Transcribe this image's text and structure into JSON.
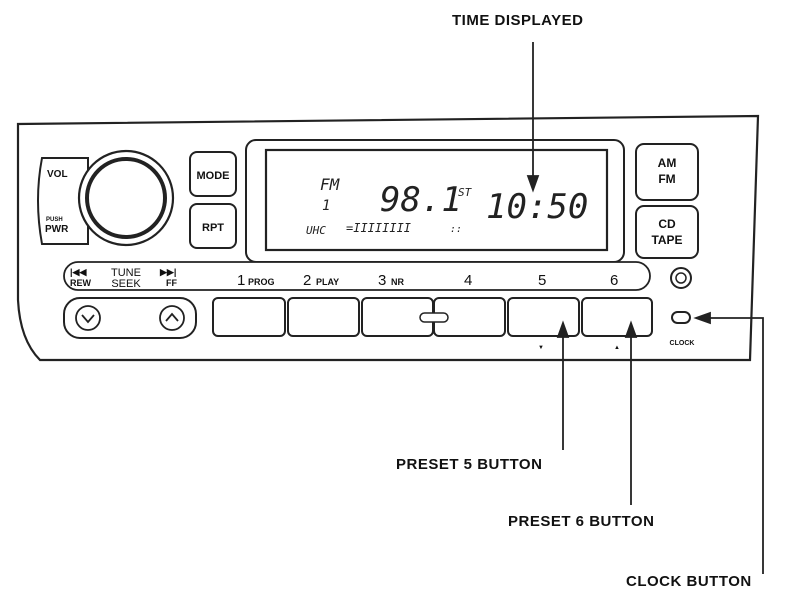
{
  "callouts": {
    "time_displayed": "TIME DISPLAYED",
    "preset5": "PRESET 5 BUTTON",
    "preset6": "PRESET 6 BUTTON",
    "clock": "CLOCK BUTTON"
  },
  "knob": {
    "vol": "VOL",
    "push": "PUSH",
    "pwr": "PWR"
  },
  "buttons": {
    "mode": "MODE",
    "rpt": "RPT",
    "am": "AM",
    "fm": "FM",
    "cd": "CD",
    "tape": "TAPE"
  },
  "display": {
    "band": "FM",
    "preset": "1",
    "frequency": "98.1",
    "stereo": "ST",
    "time": "10:50",
    "small_left": "UHC",
    "level": "=IIIIIIII",
    "dots": "::"
  },
  "seek": {
    "tune": "TUNE",
    "seek": "SEEK",
    "rew_symbol": "|◀◀",
    "rew": "REW",
    "ff_symbol": "▶▶|",
    "ff": "FF"
  },
  "presets": [
    {
      "num": "1",
      "sub": "PROG"
    },
    {
      "num": "2",
      "sub": "PLAY"
    },
    {
      "num": "3",
      "sub": "NR"
    },
    {
      "num": "4",
      "sub": ""
    },
    {
      "num": "5",
      "sub": ""
    },
    {
      "num": "6",
      "sub": ""
    }
  ],
  "preset_marks": {
    "five": "▼",
    "six": "▲"
  },
  "clock_label": "CLOCK"
}
